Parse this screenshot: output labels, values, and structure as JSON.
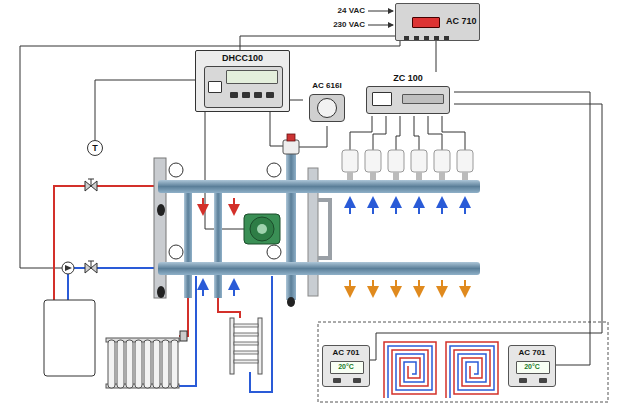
{
  "diagram": {
    "nodes": [
      {
        "text": [
          "AC 710"
        ]
      },
      {
        "text": [
          "DHCC100"
        ]
      },
      {
        "text": [
          "AC 616I"
        ]
      },
      {
        "text": [
          "ZC 100"
        ]
      },
      {
        "text": [
          "T"
        ]
      },
      {
        "text": [
          "AC 701",
          "20°C"
        ]
      },
      {
        "text": [
          "AC 701",
          "20°C"
        ]
      }
    ],
    "edges": [
      {
        "from": 0,
        "to": 1,
        "arrow": "none"
      },
      {
        "from": 0,
        "to": 3,
        "arrow": "none"
      },
      {
        "from": 4,
        "to": 1,
        "arrow": "none"
      },
      {
        "from": 1,
        "to": 2,
        "arrow": "none"
      },
      {
        "from": 3,
        "to": 6,
        "arrow": "none"
      },
      {
        "from": 3,
        "to": 5,
        "arrow": "none"
      }
    ],
    "labels": [
      "24 VAC",
      "230 VAC"
    ]
  }
}
